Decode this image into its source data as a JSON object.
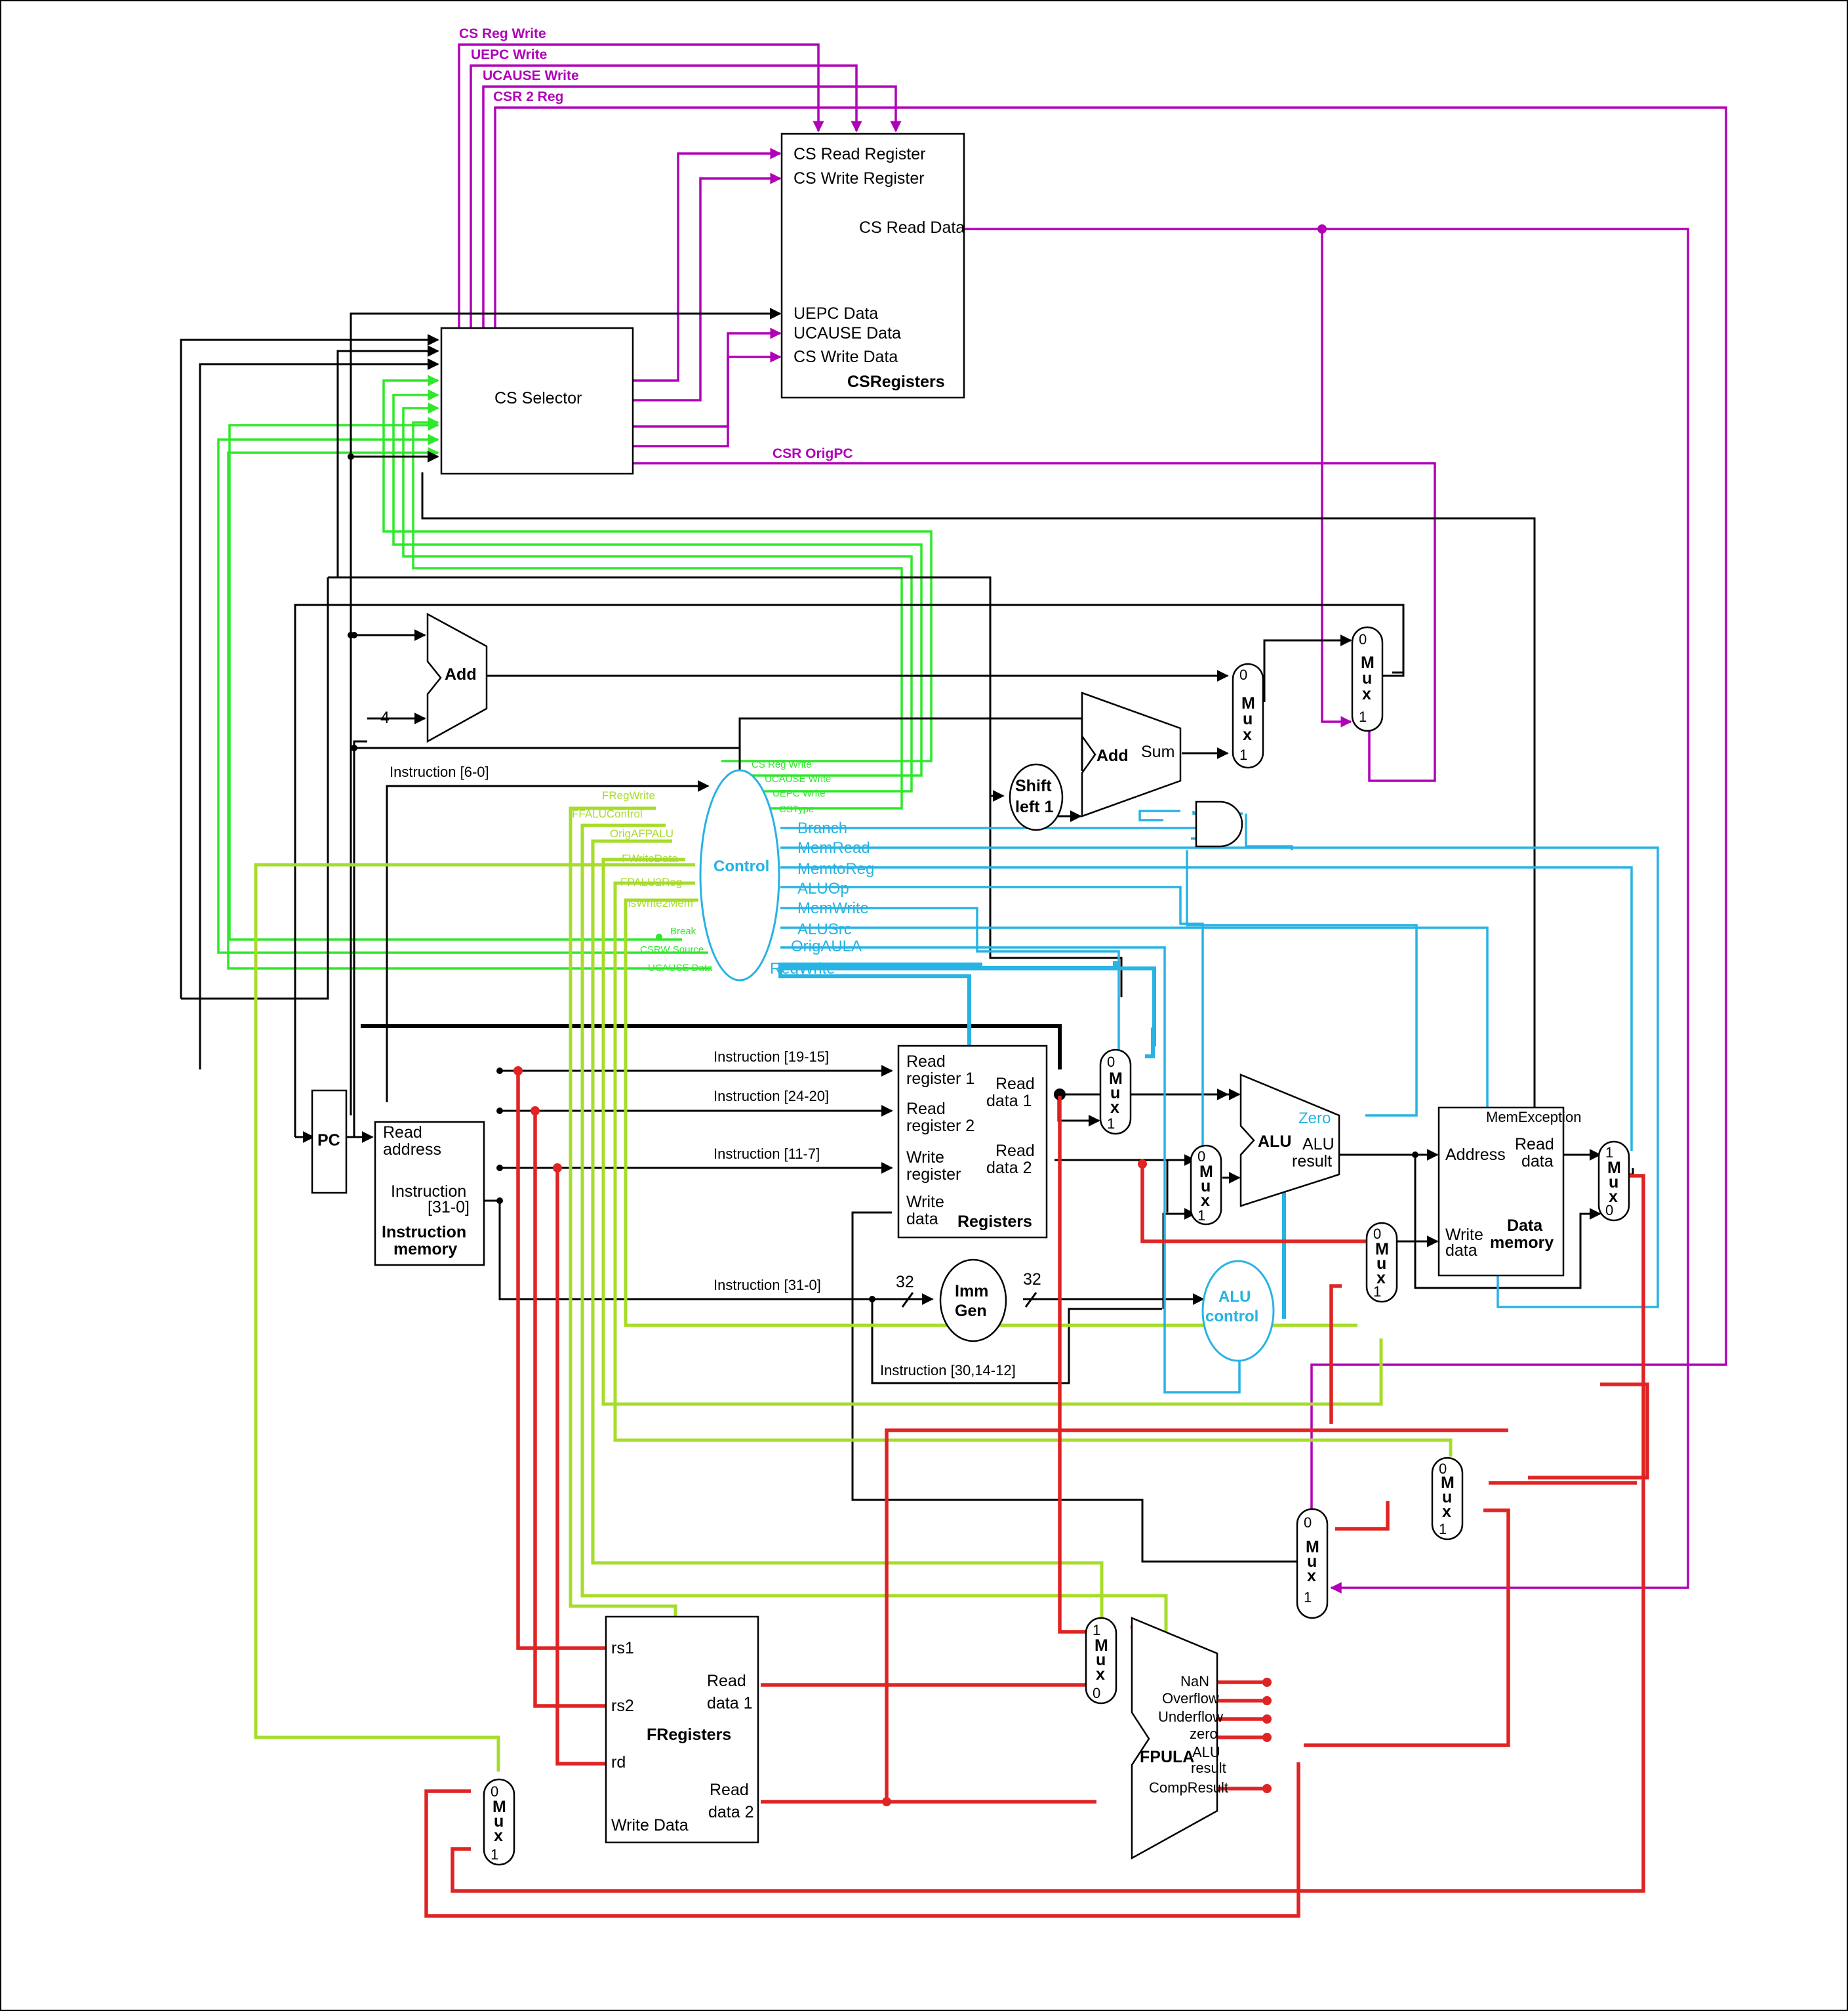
{
  "csr_block": {
    "read_register": "CS Read Register",
    "write_register": "CS Write Register",
    "read_data": "CS Read Data",
    "uepc_data": "UEPC Data",
    "ucause_data": "UCAUSE Data",
    "write_data": "CS Write Data",
    "title": "CSRegisters"
  },
  "cs_selector": "CS Selector",
  "purple_signals": {
    "cs_reg_write": "CS Reg Write",
    "uepc_write": "UEPC Write",
    "ucause_write": "UCAUSE Write",
    "csr_2_reg": "CSR 2 Reg",
    "csr_origpc": "CSR OrigPC"
  },
  "adders": {
    "add_pc": "Add",
    "four": "4",
    "add_branch": "Add",
    "sum": "Sum"
  },
  "shift_left": {
    "line1": "Shift",
    "line2": "left 1"
  },
  "control": {
    "title": "Control",
    "green_outputs": [
      "CS Reg Write",
      "UCAUSE Write",
      "UEPC Write",
      "CSType"
    ],
    "green_inputs": [
      "Break",
      "CSRW Source",
      "UCAUSE Data"
    ],
    "yellow_outputs": [
      "FRegWrite",
      "FFALUControl",
      "OrigAFPALU",
      "FWriteData",
      "FPALU2Reg",
      "isWrite2Mem"
    ],
    "blue_outputs": [
      "Branch",
      "MemRead",
      "MemtoReg",
      "ALUOp",
      "MemWrite",
      "ALUSrc",
      "OrigAULA",
      "RegWrite"
    ]
  },
  "instruction_fields": {
    "opcode": "Instruction [6-0]",
    "rs1": "Instruction [19-15]",
    "rs2": "Instruction [24-20]",
    "rd": "Instruction [11-7]",
    "full": "Instruction [31-0]",
    "funct": "Instruction [30,14-12]"
  },
  "pc": "PC",
  "instruction_memory": {
    "read_address_1": "Read",
    "read_address_2": "address",
    "instruction_1": "Instruction",
    "instruction_2": "[31-0]",
    "title_1": "Instruction",
    "title_2": "memory"
  },
  "registers": {
    "read_reg1_a": "Read",
    "read_reg1_b": "register 1",
    "read_reg2_a": "Read",
    "read_reg2_b": "register 2",
    "write_reg_a": "Write",
    "write_reg_b": "register",
    "write_data_a": "Write",
    "write_data_b": "data",
    "read_data1_a": "Read",
    "read_data1_b": "data 1",
    "read_data2_a": "Read",
    "read_data2_b": "data 2",
    "title": "Registers"
  },
  "imm_gen": {
    "line1": "Imm",
    "line2": "Gen",
    "in_width": "32",
    "out_width": "32"
  },
  "alu": {
    "title": "ALU",
    "zero": "Zero",
    "result_1": "ALU",
    "result_2": "result",
    "control_1": "ALU",
    "control_2": "control"
  },
  "data_memory": {
    "exception": "MemException",
    "address": "Address",
    "read_1": "Read",
    "read_2": "data",
    "write_1": "Write",
    "write_2": "data",
    "title_1": "Data",
    "title_2": "memory"
  },
  "mux": {
    "zero": "0",
    "one": "1",
    "m": "M",
    "u": "u",
    "x": "x"
  },
  "fregisters": {
    "rs1": "rs1",
    "rs2": "rs2",
    "rd": "rd",
    "write_data": "Write Data",
    "read1_a": "Read",
    "read1_b": "data 1",
    "read2_a": "Read",
    "read2_b": "data 2",
    "title": "FRegisters"
  },
  "fpula": {
    "title": "FPULA",
    "nan": "NaN",
    "overflow": "Overflow",
    "underflow": "Underflow",
    "zero": "zero",
    "alu_result_1": "ALU",
    "alu_result_2": "result",
    "comp_result": "CompResult"
  },
  "colors": {
    "control_signal_purple": "#b000b8",
    "cs_control_green": "#2ee82a",
    "fp_control_yellow": "#a6dc2a",
    "int_control_blue": "#27b3e3",
    "fp_datapath_red": "#e02424",
    "datapath_black": "#000000"
  }
}
